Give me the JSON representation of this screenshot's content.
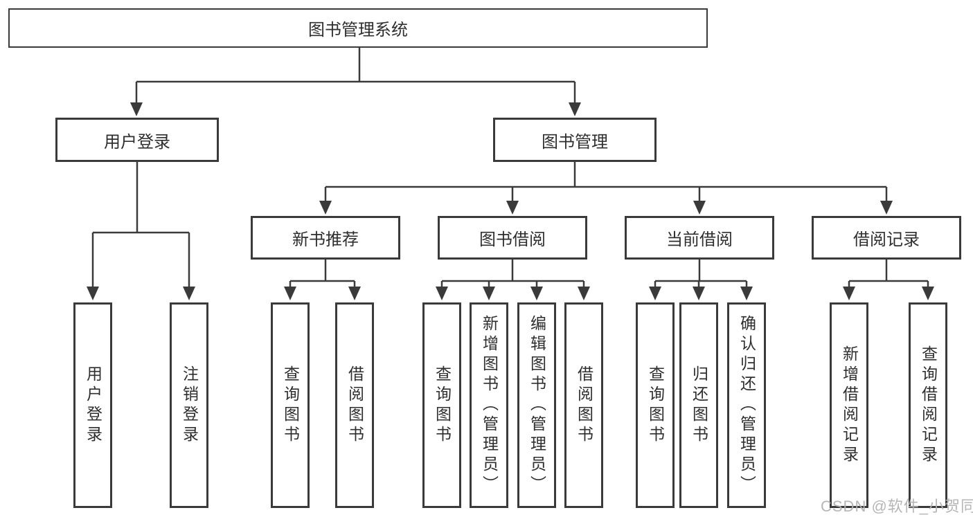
{
  "diagram": {
    "root": {
      "label": "图书管理系统"
    },
    "branches": [
      {
        "label": "用户登录",
        "children": [
          {
            "label": "用户登录"
          },
          {
            "label": "注销登录"
          }
        ]
      },
      {
        "label": "图书管理",
        "children": [
          {
            "label": "新书推荐",
            "children": [
              {
                "label": "查询图书"
              },
              {
                "label": "借阅图书"
              }
            ]
          },
          {
            "label": "图书借阅",
            "children": [
              {
                "label": "查询图书"
              },
              {
                "label": "新增图书（管理员）"
              },
              {
                "label": "编辑图书（管理员）"
              },
              {
                "label": "借阅图书"
              }
            ]
          },
          {
            "label": "当前借阅",
            "children": [
              {
                "label": "查询图书"
              },
              {
                "label": "归还图书"
              },
              {
                "label": "确认归还（管理员）"
              }
            ]
          },
          {
            "label": "借阅记录",
            "children": [
              {
                "label": "新增借阅记录"
              },
              {
                "label": "查询借阅记录"
              }
            ]
          }
        ]
      }
    ]
  },
  "watermark": {
    "text": "CSDN @软件_小贺同学"
  },
  "colors": {
    "line": "#3a3a3a",
    "box_border": "#3a3a3a",
    "text": "#2e2e2e",
    "background": "#ffffff",
    "watermark": "#b2b2b2"
  }
}
